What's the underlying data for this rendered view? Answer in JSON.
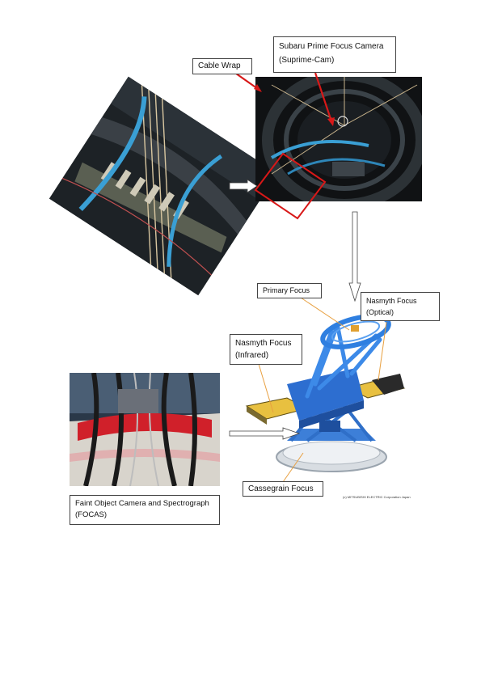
{
  "labels": {
    "suprime_cam_line1": "Subaru Prime Focus Camera",
    "suprime_cam_line2": "(Suprime-Cam)",
    "cable_wrap": "Cable Wrap",
    "primary_focus": "Primary Focus",
    "nasmyth_optical_line1": "Nasmyth Focus",
    "nasmyth_optical_line2": "(Optical)",
    "nasmyth_infrared_line1": "Nasmyth Focus",
    "nasmyth_infrared_line2": "(Infrared)",
    "cassegrain_focus": "Cassegrain Focus",
    "focas_line1": "Faint Object Camera and Spectrograph",
    "focas_line2": "(FOCAS)",
    "copyright": "(c) MITSUBISHI ELECTRIC Corporation Japan"
  },
  "colors": {
    "annotation_red": "#d81818",
    "callout_orange": "#e8a040",
    "telescope_blue": "#2f7fe0"
  }
}
